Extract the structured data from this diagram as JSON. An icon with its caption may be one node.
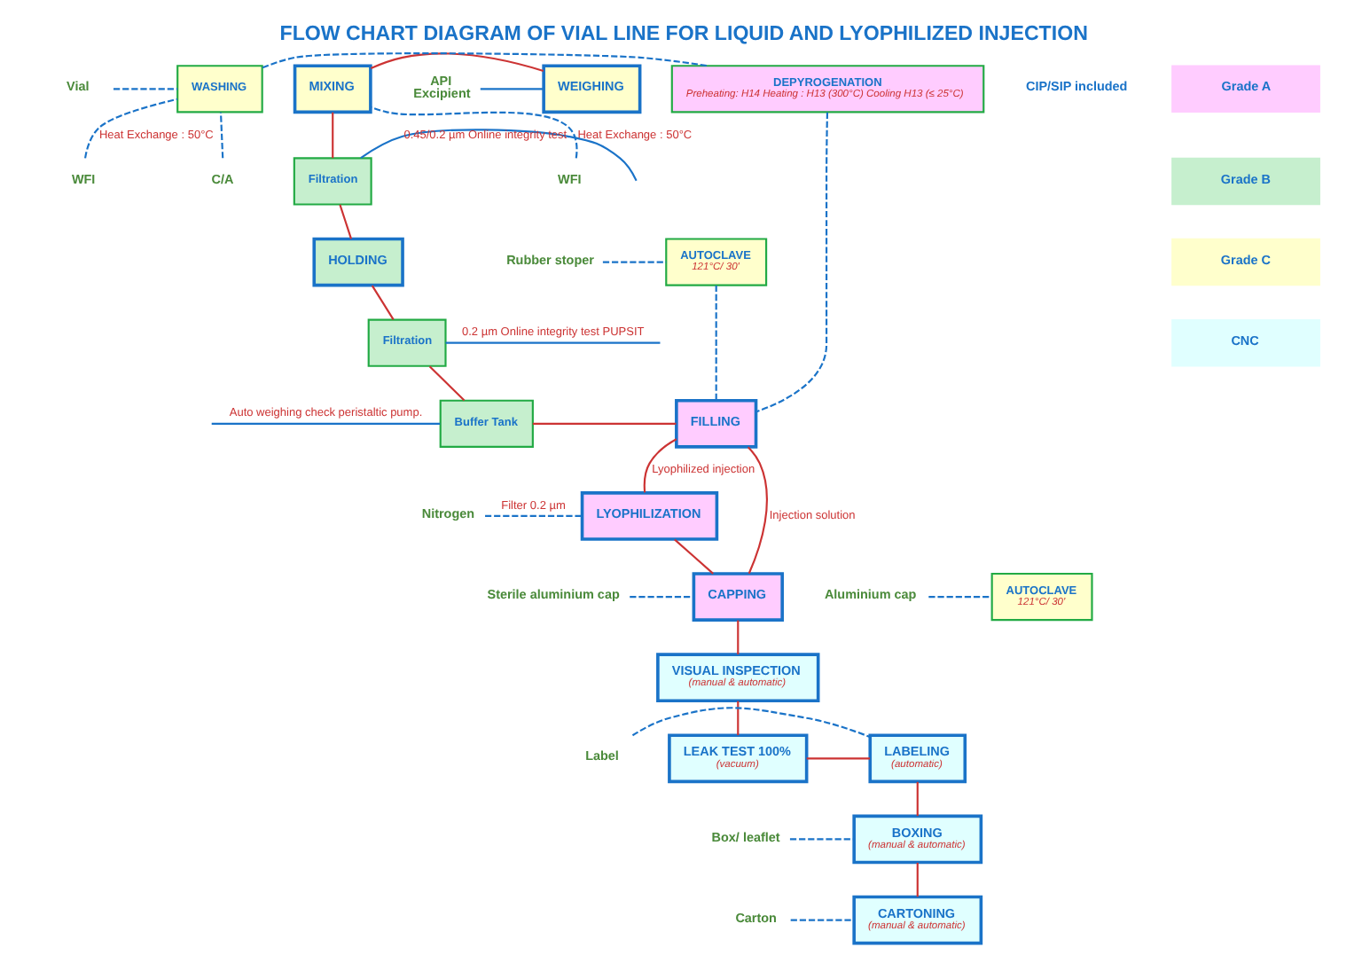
{
  "diagram": {
    "title": "FLOW CHART DIAGRAM OF VIAL LINE FOR LIQUID AND LYOPHILIZED INJECTION",
    "nodes": [
      {
        "text": [
          "WEIGHING"
        ]
      },
      {
        "text": [
          "MIXING"
        ]
      },
      {
        "text": [
          "Filtration"
        ]
      },
      {
        "text": [
          "HOLDING"
        ]
      },
      {
        "text": [
          "Filtration"
        ]
      },
      {
        "text": [
          "Buffer Tank"
        ]
      },
      {
        "text": [
          "FILLING"
        ]
      },
      {
        "text": [
          "LYOPHILIZATION"
        ]
      },
      {
        "text": [
          "CAPPING"
        ]
      },
      {
        "text": [
          "VISUAL INSPECTION",
          "(manual & automatic)"
        ]
      },
      {
        "text": [
          "LEAK TEST 100%",
          "(vacuum)"
        ]
      },
      {
        "text": [
          "LABELING",
          "(automatic)"
        ]
      },
      {
        "text": [
          "BOXING",
          "(manual & automatic)"
        ]
      },
      {
        "text": [
          "CARTONING",
          "(manual & automatic)"
        ]
      },
      {
        "text": [
          "DEPYROGENATION",
          "Preheating: H14 Heating : H13 (300°C) Cooling H13 (≤ 25°C)"
        ]
      },
      {
        "text": [
          "WASHING"
        ]
      },
      {
        "text": [
          "AUTOCLAVE",
          "121°C/ 30'"
        ]
      },
      {
        "text": [
          "AUTOCLAVE",
          "121°C/ 30'"
        ]
      },
      {
        "text": [
          "API",
          "Excipient"
        ]
      },
      {
        "text": [
          "WFI"
        ]
      },
      {
        "text": [
          "Vial"
        ]
      },
      {
        "text": [
          "WFI"
        ]
      },
      {
        "text": [
          "C/A"
        ]
      },
      {
        "text": [
          "Rubber stoper"
        ]
      },
      {
        "text": [
          "Nitrogen"
        ]
      },
      {
        "text": [
          "Aluminium cap"
        ]
      },
      {
        "text": [
          "Sterile aluminium cap"
        ]
      },
      {
        "text": [
          "Label"
        ]
      },
      {
        "text": [
          "Box/ leaflet"
        ]
      },
      {
        "text": [
          "Carton"
        ]
      }
    ],
    "edges": [
      {
        "from": 0,
        "to": 1,
        "arrow": "none",
        "color": "#cc3333"
      },
      {
        "from": 1,
        "to": 2,
        "arrow": "none",
        "color": "#cc3333"
      },
      {
        "from": 2,
        "to": 3,
        "arrow": "none",
        "color": "#cc3333"
      },
      {
        "from": 3,
        "to": 4,
        "arrow": "none",
        "color": "#cc3333"
      },
      {
        "from": 4,
        "to": 5,
        "arrow": "none",
        "color": "#cc3333"
      },
      {
        "from": 5,
        "to": 6,
        "arrow": "none",
        "color": "#cc3333"
      },
      {
        "from": 6,
        "to": 8,
        "arrow": "none",
        "label": "Injection solution",
        "color": "#cc3333"
      },
      {
        "from": 6,
        "to": 7,
        "arrow": "none",
        "label": "Lyophilized injection",
        "color": "#cc3333"
      },
      {
        "from": 7,
        "to": 8,
        "arrow": "none",
        "color": "#cc3333"
      },
      {
        "from": 8,
        "to": 9,
        "arrow": "none",
        "color": "#cc3333"
      },
      {
        "from": 9,
        "to": 10,
        "arrow": "none",
        "color": "#cc3333"
      },
      {
        "from": 10,
        "to": 11,
        "arrow": "none",
        "color": "#cc3333"
      },
      {
        "from": 11,
        "to": 12,
        "arrow": "none",
        "color": "#cc3333"
      },
      {
        "from": 12,
        "to": 13,
        "arrow": "none",
        "color": "#cc3333"
      },
      {
        "from": 18,
        "to": 0,
        "arrow": "none",
        "color": "#1a73c8"
      },
      {
        "from": 19,
        "to": 1,
        "arrow": "none",
        "label": "Heat Exchange : 50°C",
        "color": "#1a73c8",
        "style": "dashed"
      },
      {
        "from": null,
        "to": 2,
        "arrow": "none",
        "label": "0.45/0.2 µm Online integrity test",
        "color": "#1a73c8"
      },
      {
        "from": null,
        "to": 4,
        "arrow": "none",
        "label": "0.2 µm Online integrity test PUPSIT",
        "color": "#1a73c8"
      },
      {
        "from": null,
        "to": 5,
        "arrow": "none",
        "label": "Auto weighing check peristaltic pump.",
        "color": "#1a73c8"
      },
      {
        "from": 20,
        "to": 15,
        "arrow": "none",
        "color": "#1a73c8",
        "style": "dashed"
      },
      {
        "from": 21,
        "to": 15,
        "arrow": "none",
        "label": "Heat Exchange : 50°C",
        "color": "#1a73c8",
        "style": "dashed"
      },
      {
        "from": 22,
        "to": 15,
        "arrow": "none",
        "color": "#1a73c8",
        "style": "dashed"
      },
      {
        "from": 15,
        "to": 14,
        "arrow": "none",
        "color": "#1a73c8",
        "style": "dashed"
      },
      {
        "from": 14,
        "to": 6,
        "arrow": "none",
        "color": "#1a73c8",
        "style": "dashed"
      },
      {
        "from": 23,
        "to": 16,
        "arrow": "none",
        "color": "#1a73c8",
        "style": "dashed"
      },
      {
        "from": 16,
        "to": 6,
        "arrow": "none",
        "color": "#1a73c8",
        "style": "dashed"
      },
      {
        "from": 24,
        "to": 7,
        "arrow": "none",
        "label": "Filter 0.2 µm",
        "color": "#1a73c8",
        "style": "dashed"
      },
      {
        "from": 25,
        "to": 17,
        "arrow": "none",
        "color": "#1a73c8",
        "style": "dashed"
      },
      {
        "from": 26,
        "to": 8,
        "arrow": "none",
        "color": "#1a73c8",
        "style": "dashed"
      },
      {
        "from": 27,
        "to": 11,
        "arrow": "none",
        "color": "#1a73c8",
        "style": "dashed"
      },
      {
        "from": 28,
        "to": 12,
        "arrow": "none",
        "color": "#1a73c8",
        "style": "dashed"
      },
      {
        "from": 29,
        "to": 13,
        "arrow": "none",
        "color": "#1a73c8",
        "style": "dashed"
      }
    ],
    "labels": [
      "CIP/SIP included"
    ],
    "legend": [
      {
        "text": "Grade A",
        "color": "#ffccff"
      },
      {
        "text": "Grade B",
        "color": "#c6efce"
      },
      {
        "text": "Grade C",
        "color": "#ffffcc"
      },
      {
        "text": "CNC",
        "color": "#e0ffff"
      }
    ]
  }
}
